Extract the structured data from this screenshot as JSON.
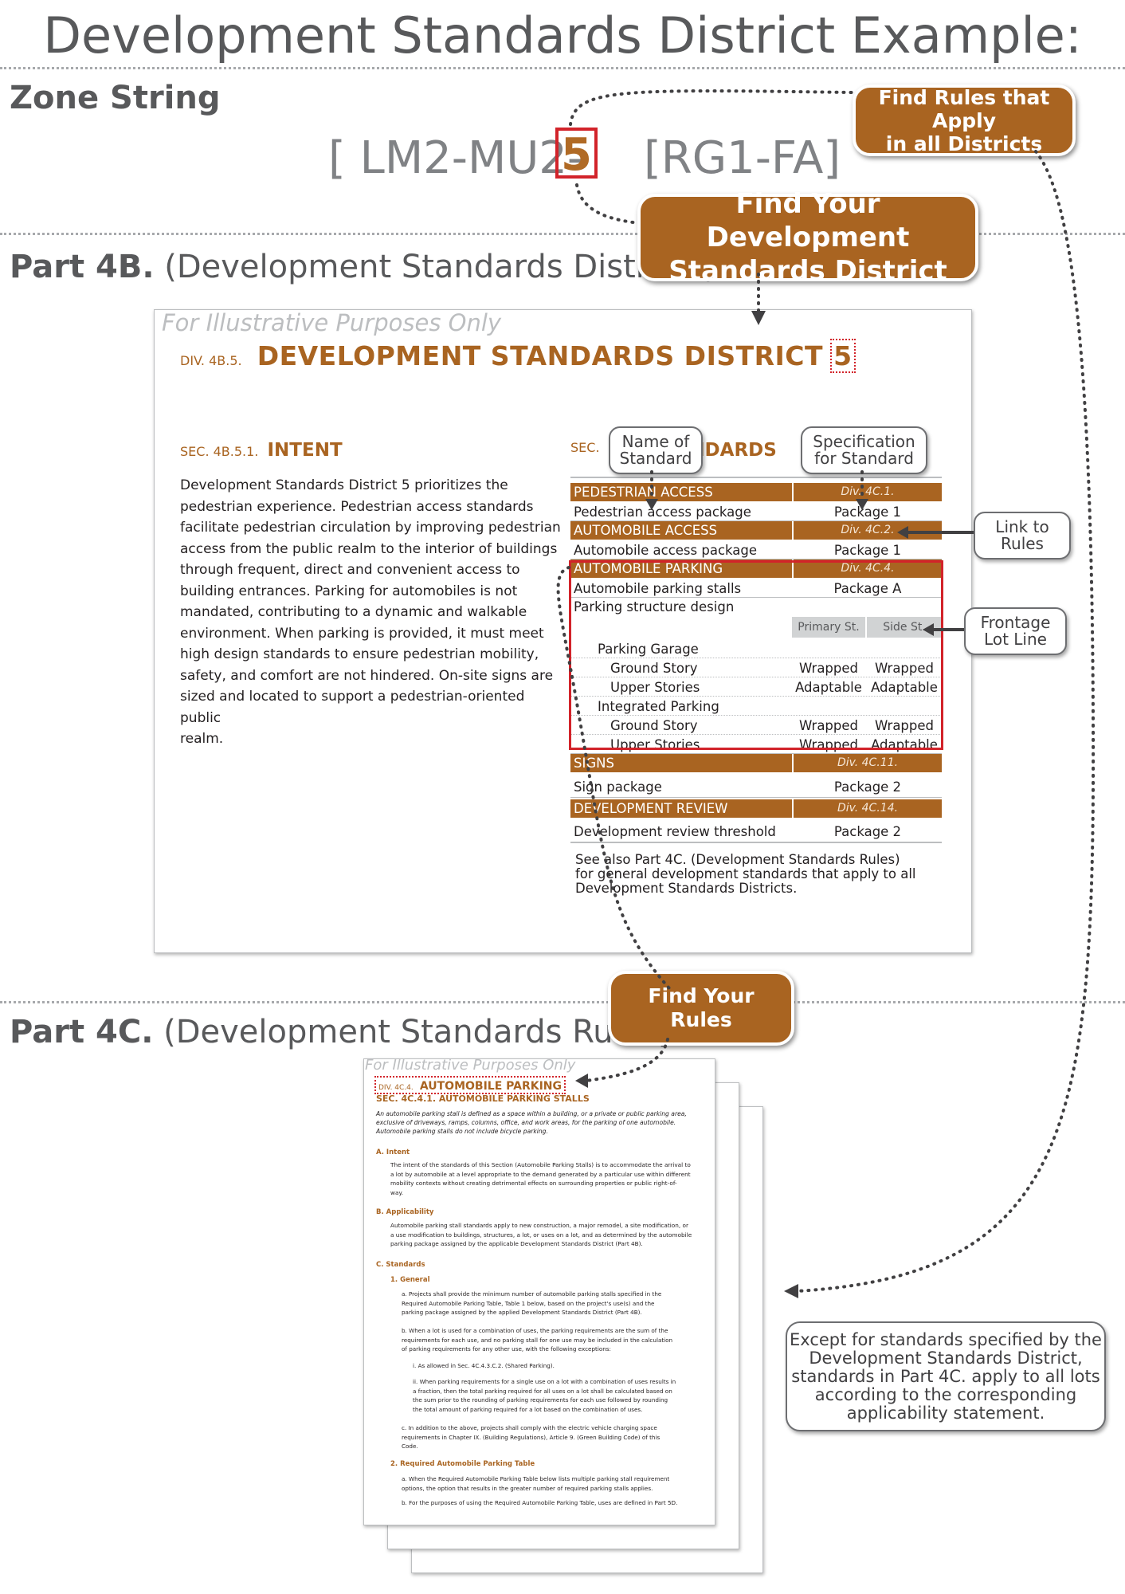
{
  "title": "Development Standards District Example:",
  "zone_section": {
    "label": "Zone String",
    "zone_prefix": "[ LM2-MU2-",
    "zone_district": "5",
    "zone_suffix": " [RG1-FA]"
  },
  "part_4b": {
    "bold": "Part 4B.",
    "rest": " (Development Standards Districts)"
  },
  "part_4c": {
    "bold": "Part 4C.",
    "rest": " (Development Standards Rules)"
  },
  "callouts": {
    "find_rules_all": [
      "Find Rules that Apply",
      "in all Districts"
    ],
    "find_district": [
      "Find Your Development",
      "Standards District"
    ],
    "find_rules": [
      "Find Your",
      "Rules"
    ]
  },
  "bubbles": {
    "name_of_standard": [
      "Name of",
      "Standard"
    ],
    "spec_for_standard": [
      "Specification",
      "for Standard"
    ],
    "link_to_rules": [
      "Link to",
      "Rules"
    ],
    "frontage_lot_line": [
      "Frontage",
      "Lot Line"
    ]
  },
  "doc_4b": {
    "illustrative": "For Illustrative Purposes Only",
    "div_label": "DIV. 4B.5.",
    "div_title": "DEVELOPMENT STANDARDS DISTRICT",
    "div_number": "5",
    "intent_label": "SEC. 4B.5.1.",
    "intent_title": "INTENT",
    "intent_lines": [
      "Development Standards District 5 prioritizes the",
      "pedestrian experience. Pedestrian access standards",
      "facilitate pedestrian circulation by improving pedestrian",
      "access from the public realm to the interior of buildings",
      "through frequent, direct and convenient access to",
      "building entrances. Parking for automobiles is not",
      "mandated, contributing to a dynamic and walkable",
      "environment. When parking is provided, it must meet",
      "high design standards to ensure pedestrian mobility,",
      "safety, and comfort are not hindered. On-site signs are",
      "sized and located to support a pedestrian-oriented public",
      "realm."
    ],
    "standards_label": "SEC.",
    "standards_title": "IDARDS",
    "table": {
      "pedestrian_header": "PEDESTRIAN ACCESS",
      "pedestrian_div": "Div. 4C.1.",
      "pedestrian_row": [
        "Pedestrian access package",
        "Package 1"
      ],
      "auto_access_header": "AUTOMOBILE ACCESS",
      "auto_access_div": "Div. 4C.2.",
      "auto_access_row": [
        "Automobile access package",
        "Package 1"
      ],
      "auto_parking_header": "AUTOMOBILE PARKING",
      "auto_parking_div": "Div. 4C.4.",
      "parking_stalls_row": [
        "Automobile parking stalls",
        "Package A"
      ],
      "structure_design": "Parking structure design",
      "primary_st": "Primary St.",
      "side_st": "Side St.",
      "parking_garage": "Parking Garage",
      "integrated_parking": "Integrated Parking",
      "garage_rows": [
        [
          "Ground Story",
          "Wrapped",
          "Wrapped"
        ],
        [
          "Upper Stories",
          "Adaptable",
          "Adaptable"
        ]
      ],
      "integrated_rows": [
        [
          "Ground Story",
          "Wrapped",
          "Wrapped"
        ],
        [
          "Upper Stories",
          "Wrapped",
          "Adaptable"
        ]
      ],
      "signs_header": "SIGNS",
      "signs_div": "Div. 4C.11.",
      "signs_row": [
        "Sign package",
        "Package 2"
      ],
      "review_header": "DEVELOPMENT REVIEW",
      "review_div": "Div. 4C.14.",
      "review_row": [
        "Development review threshold",
        "Package 2"
      ]
    },
    "see_also_lines": [
      "See also Part 4C. (Development Standards Rules)",
      "for general development standards that apply to all",
      "Development Standards Districts."
    ]
  },
  "doc_4c": {
    "illustrative": "For Illustrative Purposes Only",
    "div_label": "DIV. 4C.4.",
    "div_title": "AUTOMOBILE PARKING",
    "sec_title": "SEC. 4C.4.1. AUTOMOBILE PARKING STALLS",
    "intro": [
      "An automobile parking stall is defined as a space within a building, or a private or public parking area,",
      "exclusive of driveways, ramps, columns, office, and work areas, for the parking of one automobile.",
      "Automobile parking stalls do not include bicycle parking."
    ],
    "a_head": "A.  Intent",
    "a_text": [
      "The intent of the standards of this Section (Automobile Parking Stalls) is to accommodate the arrival to",
      "a lot by automobile at a level appropriate to the demand generated by a particular use within different",
      "mobility contexts without creating detrimental effects on surrounding properties or public right-of-",
      "way."
    ],
    "b_head": "B.  Applicability",
    "b_text": [
      "Automobile parking stall standards apply to new construction, a major remodel, a site modification, or",
      "a use modification to buildings, structures, a lot, or uses on a lot, and as determined by the automobile",
      "parking package assigned by the applicable Development Standards District (Part 4B)."
    ],
    "c_head": "C.  Standards",
    "c1_head": "1.  General",
    "c1a": [
      "a.   Projects shall provide the minimum number of automobile parking stalls specified in the",
      "      Required Automobile Parking Table, Table 1 below, based on the project's use(s) and the",
      "      parking package assigned by the applied Development Standards District (Part 4B)."
    ],
    "c1b": [
      "b.   When a lot is used for a combination of uses, the parking requirements are the sum of the",
      "      requirements for each use, and no parking stall for one use may be included in the calculation",
      "      of parking requirements for any other use, with the following exceptions:"
    ],
    "c1b_i": "i.    As allowed in Sec. 4C.4.3.C.2. (Shared Parking).",
    "c1b_ii": [
      "ii.   When parking requirements for a single use on a lot with a combination of uses results in",
      "       a fraction, then the total parking required for all uses on a lot shall be calculated based on",
      "       the sum prior to the rounding of parking requirements for each use followed by rounding",
      "       the total amount of parking required for a lot based on the combination of uses."
    ],
    "c1c": [
      "c.   In addition to the above, projects shall comply with the electric vehicle charging space",
      "      requirements in Chapter IX. (Building Regulations), Article 9. (Green Building Code) of this",
      "      Code."
    ],
    "c2_head": "2.  Required Automobile Parking Table",
    "c2a": [
      "a.   When the Required Automobile Parking Table below lists multiple parking stall requirement",
      "      options, the option that results in the greater number of required parking stalls applies."
    ],
    "c2b": "b.   For the purposes of using the Required Automobile Parking Table, uses are defined in Part 5D."
  },
  "note": [
    "Except for standards specified by the",
    "Development Standards District,",
    "standards in Part 4C. apply to all lots",
    "according to the corresponding",
    "applicability statement."
  ],
  "colors": {
    "brand": "#a96421",
    "highlight": "#d2232a",
    "gray_text": "#58595b",
    "dotted": "#414042"
  }
}
